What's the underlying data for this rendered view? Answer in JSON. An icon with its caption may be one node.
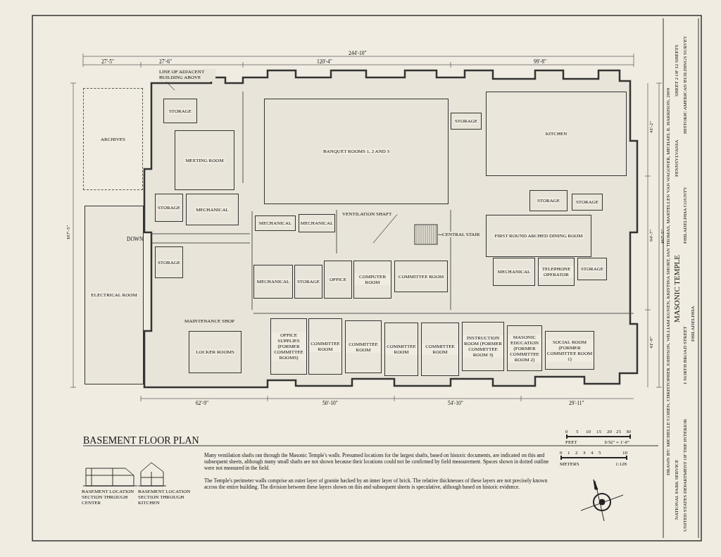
{
  "diagram": {
    "title": "BASEMENT FLOOR PLAN",
    "nodes": [
      {
        "text": [
          "STORAGE"
        ]
      },
      {
        "text": [
          "ARCHIVES"
        ]
      },
      {
        "text": [
          "MEETING ROOM"
        ]
      },
      {
        "text": [
          "BANQUET ROOMS 1, 2 AND 3"
        ]
      },
      {
        "text": [
          "STORAGE"
        ]
      },
      {
        "text": [
          "KITCHEN"
        ]
      },
      {
        "text": [
          "STORAGE"
        ]
      },
      {
        "text": [
          "MECHANICAL"
        ]
      },
      {
        "text": [
          "VENTILATION SHAFT"
        ]
      },
      {
        "text": [
          "MECHANICAL"
        ]
      },
      {
        "text": [
          "MECHANICAL"
        ]
      },
      {
        "text": [
          "CENTRAL STAIR"
        ]
      },
      {
        "text": [
          "STORAGE"
        ]
      },
      {
        "text": [
          "STORAGE"
        ]
      },
      {
        "text": [
          "FIRST ROUND ARCHED DINING ROOM"
        ]
      },
      {
        "text": [
          "STORAGE"
        ]
      },
      {
        "text": [
          "MECHANICAL"
        ]
      },
      {
        "text": [
          "STORAGE"
        ]
      },
      {
        "text": [
          "OFFICE"
        ]
      },
      {
        "text": [
          "COMPUTER ROOM"
        ]
      },
      {
        "text": [
          "COMMITTEE ROOM"
        ]
      },
      {
        "text": [
          "MECHANICAL"
        ]
      },
      {
        "text": [
          "TELEPHONE OPERATOR"
        ]
      },
      {
        "text": [
          "STORAGE"
        ]
      },
      {
        "text": [
          "ELECTRICAL ROOM"
        ]
      },
      {
        "text": [
          "MAINTENANCE SHOP"
        ]
      },
      {
        "text": [
          "LOCKER ROOMS"
        ]
      },
      {
        "text": [
          "OFFICE SUPPLIES (FORMER COMMITTEE ROOMS)"
        ]
      },
      {
        "text": [
          "COMMITTEE ROOM"
        ]
      },
      {
        "text": [
          "COMMITTEE ROOM"
        ]
      },
      {
        "text": [
          "COMMITTEE ROOM"
        ]
      },
      {
        "text": [
          "COMMITTEE ROOM"
        ]
      },
      {
        "text": [
          "INSTRUCTION ROOM (FORMER COMMITTEE ROOM 3)"
        ]
      },
      {
        "text": [
          "MASONIC EDUCATION (FORMER COMMITTEE ROOM 2)"
        ]
      },
      {
        "text": [
          "SOCIAL ROOM (FORMER COMMITTEE ROOM 1)"
        ]
      },
      {
        "text": [
          "LINE OF ADJACENT BUILDING ABOVE"
        ]
      },
      {
        "text": [],
        "shape": "picture"
      }
    ],
    "edges": [
      {
        "from": 35,
        "to": null,
        "arrow": "none"
      },
      {
        "from": 8,
        "to": null,
        "arrow": "none"
      },
      {
        "from": 11,
        "to": 36,
        "arrow": "none"
      }
    ],
    "labels": [
      "244'-10\"",
      "27'-5\"",
      "27'-6\"",
      "120'-4\"",
      "99'-8\"",
      "167'-5\"",
      "41'-2\"",
      "84'-7\"",
      "167'-5\"",
      "41'-8\"",
      "DOWN",
      "62'-9\"",
      "50'-10\"",
      "54'-10\"",
      "29'-11\"",
      "BASEMENT LOCATION SECTION THROUGH CENTER",
      "BASEMENT LOCATION SECTION THROUGH KITCHEN",
      "Many ventilation shafts ran through the Masonic Temple's walls. Presumed locations for the largest shafts, based on historic documents, are indicated on this and subsequent sheets, although many small shafts are not shown because their locations could not be confirmed by field measurement. Spaces shown in dotted outline were not measured in the field.",
      "The Temple's perimeter walls comprise an outer layer of granite backed by an inner layer of brick. The relative thicknesses of these layers are not precisely known across the entire building. The division between these layers shown on this and subsequent sheets is speculative, although based on historic evidence.",
      "0",
      "5",
      "10",
      "15",
      "20",
      "25",
      "30",
      "FEET",
      "3/32\" = 1'-0\"",
      "0",
      "1",
      "2",
      "3",
      "4",
      "5",
      "10",
      "METERS",
      "1:128",
      "DRAWN BY: MICHELLE COHEN, CHRISTOPHER JOHNSON, WILLIAM KUNEN, KRISTINA SHORT, IAN THOMAS, MARTELLEN VAN WAGONER, MICHAEL R. HARRISON, 2009",
      "NATIONAL PARK SERVICE",
      "UNITED STATES DEPARTMENT OF THE INTERIOR",
      "MASONIC TEMPLE",
      "1 NORTH BROAD STREET",
      "PHILADELPHIA",
      "PHILADELPHIA COUNTY",
      "PENNSYLVANIA",
      "SHEET 2 OF 12 SHEETS",
      "HISTORIC AMERICAN BUILDINGS SURVEY"
    ]
  }
}
